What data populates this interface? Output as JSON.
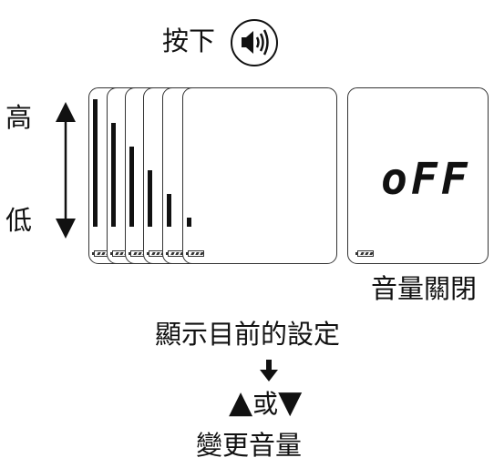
{
  "press_label": "按下",
  "speaker_button_icon": "speaker-volume-icon",
  "level_labels": {
    "high": "高",
    "low": "低"
  },
  "volume_levels": [
    6,
    5,
    4,
    3,
    2,
    1
  ],
  "off_display_text": "oFF",
  "off_caption": "音量關閉",
  "current_setting_label": "顯示目前的設定",
  "change_keys": {
    "up": "▲",
    "or": "或",
    "down": "▼"
  },
  "change_volume_label": "變更音量"
}
